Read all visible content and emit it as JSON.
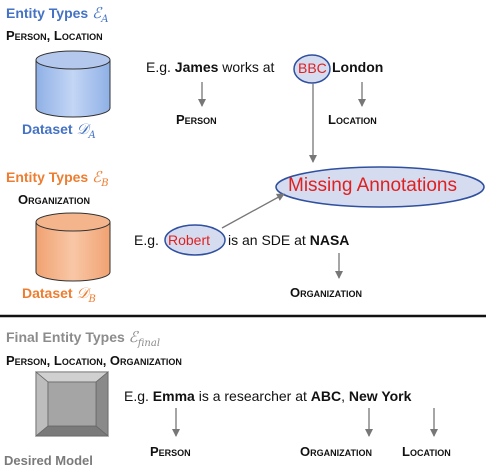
{
  "colors": {
    "section_a": "#4472c4",
    "section_b": "#ed7d31",
    "section_final": "#8c8c8c",
    "highlight": "#e02020",
    "oval_fill": "#d6dcef",
    "oval_stroke": "#2f4f9f"
  },
  "section_a": {
    "title": "Entity Types",
    "symbol": "ℰ",
    "subscript": "A",
    "types": "Person, Location",
    "dataset_label": "Dataset",
    "dataset_symbol": "𝒟",
    "dataset_subscript": "A",
    "example": {
      "prefix": "E.g.",
      "entity1": "James",
      "mid": "works at",
      "entity2": "BBC",
      "entity3": "London"
    },
    "labels": {
      "person": "Person",
      "location": "Location"
    }
  },
  "section_b": {
    "title": "Entity Types",
    "symbol": "ℰ",
    "subscript": "B",
    "types": "Organization",
    "dataset_label": "Dataset",
    "dataset_symbol": "𝒟",
    "dataset_subscript": "B",
    "example": {
      "prefix": "E.g.",
      "entity1": "Robert",
      "mid": "is an SDE at",
      "entity2": "NASA"
    },
    "labels": {
      "organization": "Organization"
    }
  },
  "missing_annotations": "Missing Annotations",
  "section_final": {
    "title": "Final Entity Types",
    "symbol": "ℰ",
    "subscript": "final",
    "types_1": "Person,",
    "types_2": "Location",
    "types_3": ", Organization",
    "model_label": "Desired Model",
    "example": {
      "prefix": "E.g.",
      "entity1": "Emma",
      "mid": "is a researcher at",
      "entity2": "ABC",
      "sep": ",",
      "entity3": "New York"
    },
    "labels": {
      "person": "Person",
      "organization": "Organization",
      "location": "Location"
    }
  }
}
